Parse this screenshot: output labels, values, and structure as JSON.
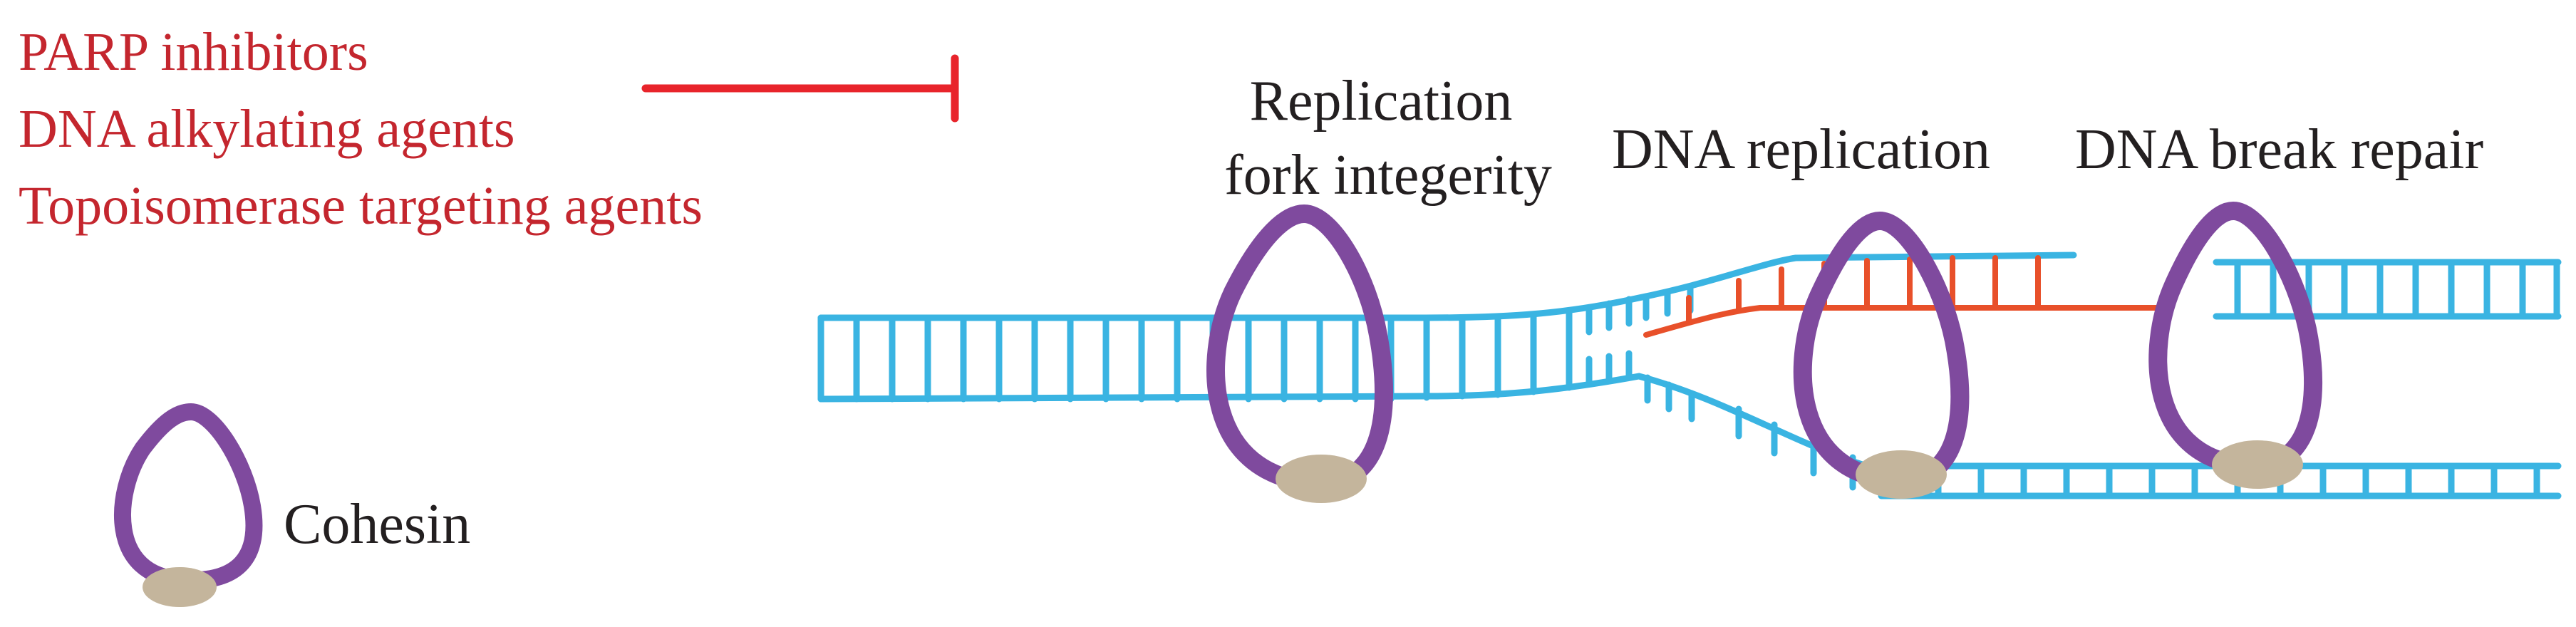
{
  "colors": {
    "drug_text": "#c4262e",
    "inhibition": "#e8242b",
    "dna": "#3ab4e2",
    "new_strand": "#e8502a",
    "cohesin_ring": "#7f4a9e",
    "cohesin_head": "#c4b59c",
    "label_text": "#231f20"
  },
  "drugs": [
    {
      "name": "PARP inhibitors"
    },
    {
      "name": "DNA alkylating agents"
    },
    {
      "name": "Topoisomerase targeting agents"
    }
  ],
  "labels": {
    "fork_integrity_line1": "Replication",
    "fork_integrity_line2": "fork integerity",
    "dna_replication": "DNA replication",
    "dna_break_repair": "DNA break repair",
    "cohesin": "Cohesin"
  },
  "icons": {
    "inhibition": "inhibition-arrow-icon",
    "cohesin": "cohesin-ring-icon",
    "dna": "dna-helix-icon"
  }
}
